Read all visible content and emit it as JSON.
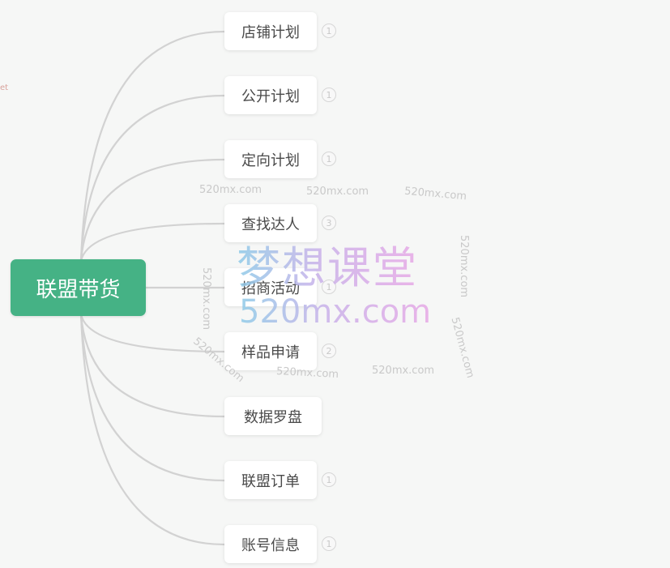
{
  "mindmap": {
    "root": {
      "label": "联盟带货",
      "color": "#45b285"
    },
    "children": [
      {
        "label": "店铺计划",
        "badge": "1"
      },
      {
        "label": "公开计划",
        "badge": "1"
      },
      {
        "label": "定向计划",
        "badge": "1"
      },
      {
        "label": "查找达人",
        "badge": "3"
      },
      {
        "label": "招商活动",
        "badge": "1"
      },
      {
        "label": "样品申请",
        "badge": "2"
      },
      {
        "label": "数据罗盘",
        "badge": null
      },
      {
        "label": "联盟订单",
        "badge": "1"
      },
      {
        "label": "账号信息",
        "badge": "1"
      }
    ],
    "link_color": "#d2d2d2"
  },
  "offscreen_fragment": "et",
  "watermark": {
    "title": "梦想课堂",
    "url": "520mx.com",
    "small": "520mx.com"
  }
}
